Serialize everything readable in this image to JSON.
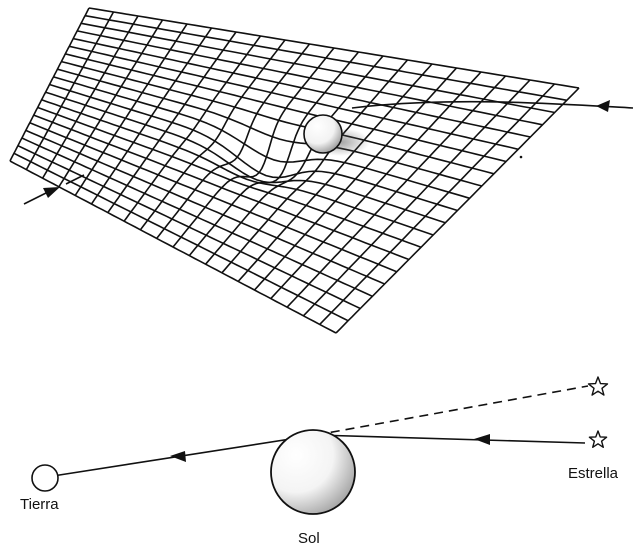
{
  "labels": {
    "earth": "Tierra",
    "sun": "Sol",
    "star": "Estrella"
  },
  "colors": {
    "ink": "#111111",
    "background": "#ffffff",
    "shading": "#8a8a8a"
  },
  "icons": {
    "apparent_star": "star-outline-icon",
    "real_star": "star-outline-icon"
  }
}
